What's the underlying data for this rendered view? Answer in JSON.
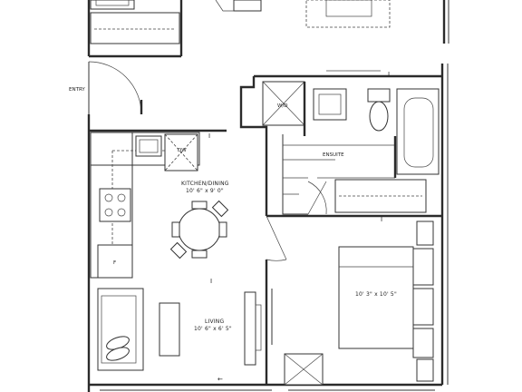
{
  "rooms": {
    "entry": {
      "label": "ENTRY"
    },
    "kitchen_dining": {
      "label": "KITCHEN/DINING",
      "dimensions": "10' 6\" x 9' 0\""
    },
    "living": {
      "label": "LIVING",
      "dimensions": "10' 6\" x 6' 5\""
    },
    "ensuite": {
      "label": "ENSUITE"
    },
    "bedroom": {
      "label": "",
      "dimensions": "10' 3\" x 10' 5\""
    }
  },
  "fixtures": {
    "dishwasher": "DW",
    "washer_dryer": "W/D",
    "fridge": "F"
  },
  "markers": {
    "section_mark": "I",
    "arrow": "←"
  }
}
